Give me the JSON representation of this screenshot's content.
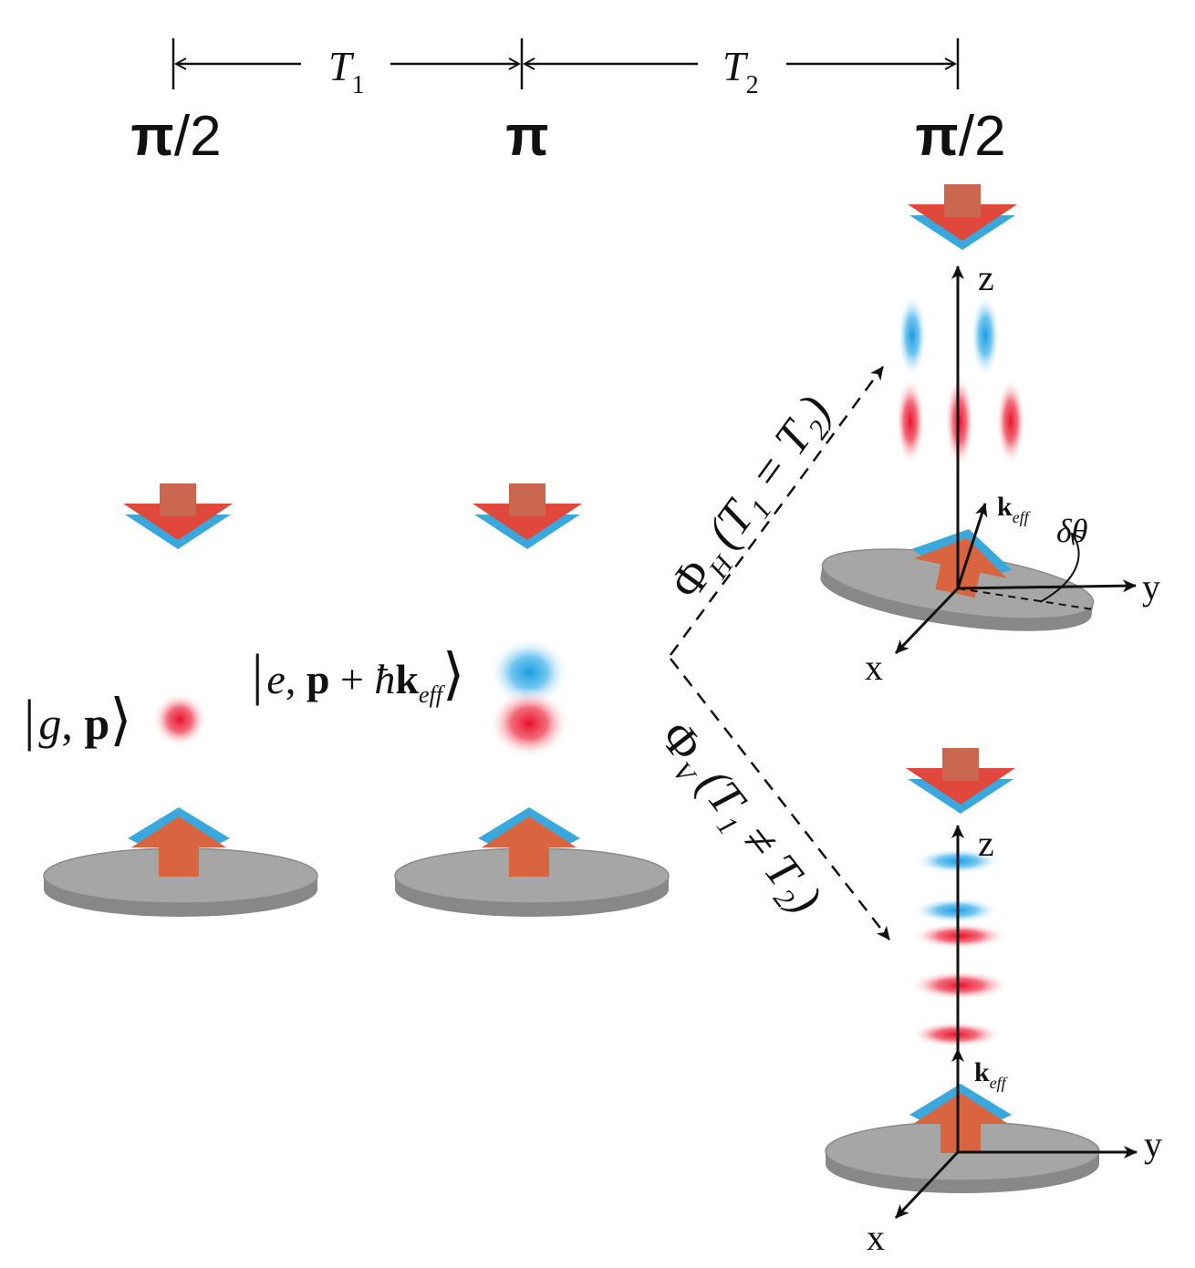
{
  "timing": {
    "t1": {
      "main": "T",
      "sub": "1"
    },
    "t2": {
      "main": "T",
      "sub": "2"
    }
  },
  "pulses": {
    "first": {
      "sym": "π",
      "frac": "/2"
    },
    "second": {
      "sym": "π",
      "frac": ""
    },
    "third": {
      "sym": "π",
      "frac": "/2"
    }
  },
  "states": {
    "ground": {
      "open": "|",
      "sym": "g",
      "sep": ", ",
      "mom": "p",
      "close": "⟩"
    },
    "excited": {
      "open": "|",
      "sym": "e",
      "sep": ", ",
      "mom": "p",
      "plus": " + ",
      "hbar": "ħ",
      "k": "k",
      "sub": "eff",
      "close": "⟩"
    }
  },
  "paths": {
    "horizontal": {
      "phi": "Φ",
      "sub": "H",
      "cond": "(T₁ = T₂)"
    },
    "vertical": {
      "phi": "Φ",
      "sub": "V",
      "cond": "(T₁ ≠ T₂)"
    }
  },
  "axes": {
    "top": {
      "z": "z",
      "y": "y",
      "x": "x",
      "k": "k",
      "ksub": "eff",
      "tilt": "δθ"
    },
    "bottom": {
      "z": "z",
      "y": "y",
      "x": "x",
      "k": "k",
      "ksub": "eff"
    }
  },
  "colors": {
    "laser_red": "#e0483c",
    "laser_orange": "#c9684f",
    "laser_blue": "#3aa7dd",
    "atom_red": "#e8102a",
    "atom_blue": "#1a9de0",
    "platform": "#a6a6a6",
    "platform_edge": "#888888"
  }
}
